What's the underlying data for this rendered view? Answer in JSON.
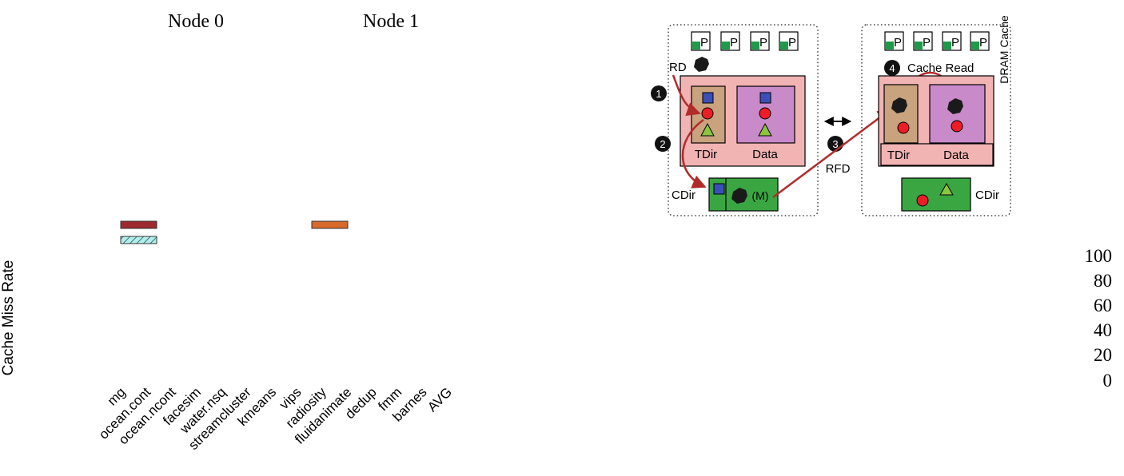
{
  "chart": {
    "ylabel": "Cache Miss Rate",
    "yticks": [
      "100",
      "80",
      "60",
      "40",
      "20",
      "0"
    ],
    "categories": [
      "mg",
      "ocean.cont",
      "ocean.ncont",
      "facesim",
      "water.nsq",
      "streamcluster",
      "kmeans",
      "vips",
      "radiosity",
      "fluidanimate",
      "dedup",
      "fmm",
      "barnes",
      "AVG"
    ],
    "legend": [
      {
        "label": "Node 0",
        "color": "#9e2a2f",
        "hatch": false
      },
      {
        "label": "",
        "color": "#b8ece8",
        "hatch": true
      },
      {
        "label": "Node 1",
        "color": "#d9692b",
        "hatch": false
      }
    ]
  },
  "diagram": {
    "proc_label": "P",
    "rd_label": "RD",
    "tdir_label": "TDir",
    "data_label": "Data",
    "cdir_label": "CDir",
    "rfd_label": "RFD",
    "modified_label": "(M)",
    "cache_read_label": "Cache Read",
    "dram_cache_label": "DRAM Cache",
    "steps": [
      "1",
      "2",
      "3",
      "4"
    ],
    "colors": {
      "dram_pink": "#f2b3b3",
      "tdir_brown": "#c9a27e",
      "data_purple": "#c98ac9",
      "cdir_green": "#3aa642",
      "arrow_red": "#b22b2b",
      "proc_green": "#1f9a4a",
      "square_blue": "#3b4fb8",
      "circle_red": "#ee1c24",
      "triangle_green": "#8bc63f",
      "hexagon": "#1a1a1a"
    }
  }
}
